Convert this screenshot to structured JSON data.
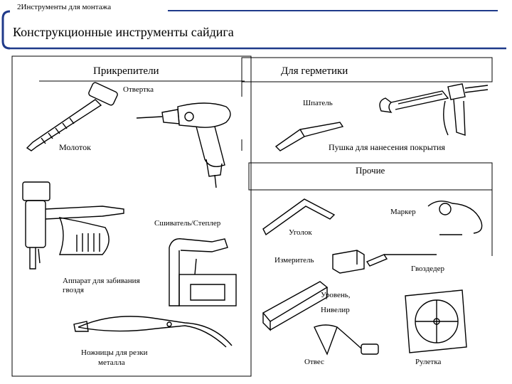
{
  "header": {
    "breadcrumb": "2Инструменты для монтажа"
  },
  "slide": {
    "title": "Конструкционные инструменты сайдига"
  },
  "sections": {
    "fasteners": {
      "heading": "Прикрепители",
      "screwdriver": "Отвертка",
      "hammer": "Молоток",
      "stapler": "Сшиватель/Степлер",
      "nailer_line1": "Аппарат для забивания",
      "nailer_line2": "гвоздя",
      "shears_line1": "Ножницы для резки",
      "shears_line2": "металла"
    },
    "sealants": {
      "heading": "Для герметики",
      "spatula": "Шпатель",
      "gun": "Пушка для нанесения покрытия"
    },
    "other": {
      "heading": "Прочие",
      "marker": "Маркер",
      "square": "Уголок",
      "meter": "Измеритель",
      "nail_puller": "Гвоздедер",
      "level_line1": "Уровень,",
      "level_line2": "Нивелир",
      "plumb": "Отвес",
      "tape": "Рулетка"
    }
  }
}
